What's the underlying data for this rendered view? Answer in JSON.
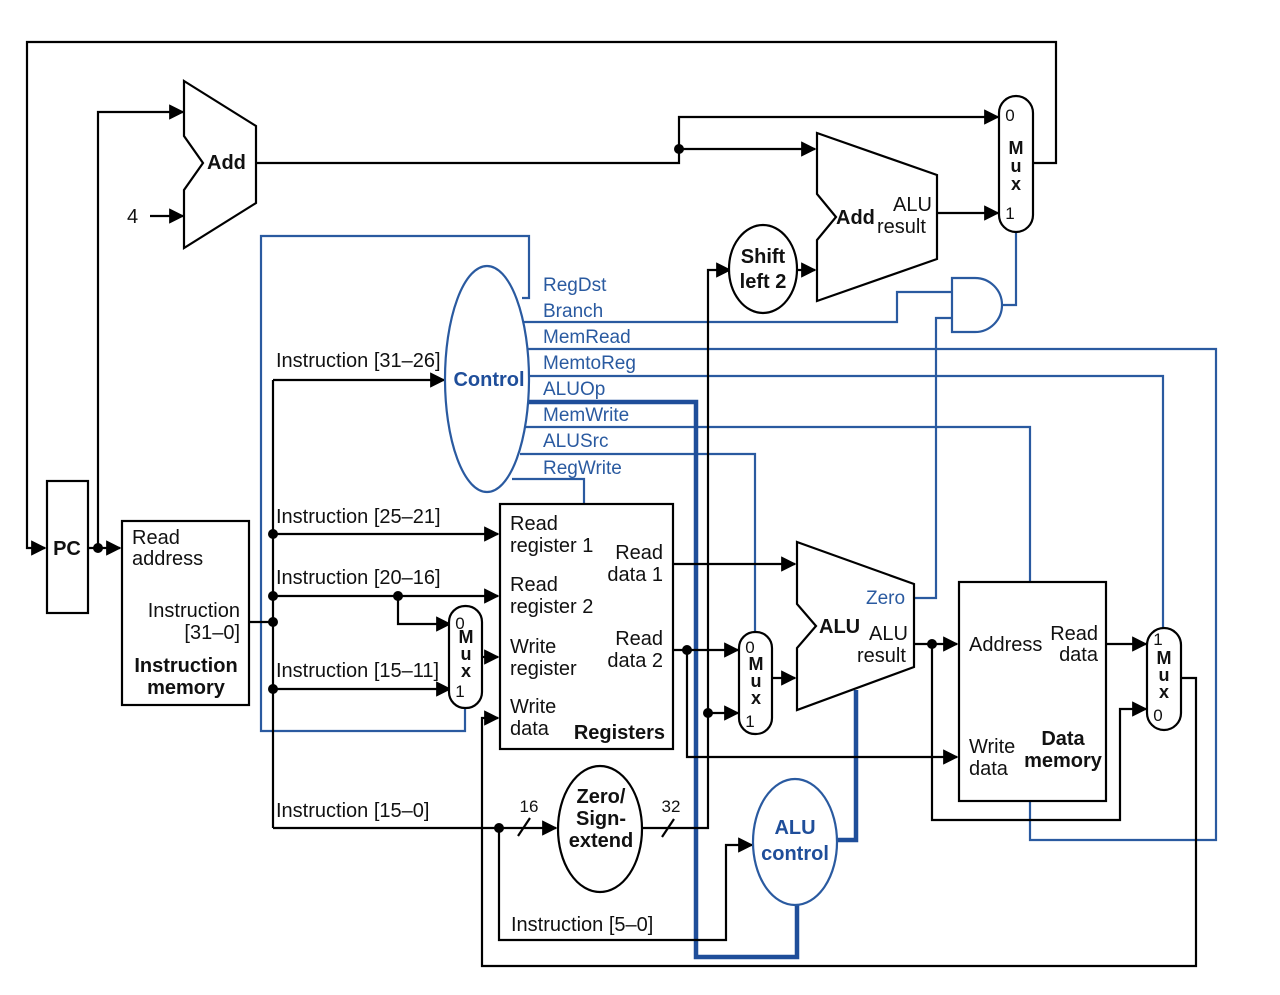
{
  "pc": {
    "label": "PC"
  },
  "pc_adder": {
    "label": "Add",
    "constant": "4"
  },
  "branch_adder": {
    "label": "Add",
    "result_line1": "ALU",
    "result_line2": "result"
  },
  "shift_left": {
    "line1": "Shift",
    "line2": "left 2"
  },
  "instruction_memory": {
    "read_address_line1": "Read",
    "read_address_line2": "address",
    "instruction_line1": "Instruction",
    "instruction_line2": "[31–0]",
    "title_line1": "Instruction",
    "title_line2": "memory"
  },
  "instruction_fields": {
    "opcode": "Instruction [31–26]",
    "rs": "Instruction [25–21]",
    "rt": "Instruction [20–16]",
    "rd": "Instruction [15–11]",
    "imm": "Instruction [15–0]",
    "funct": "Instruction [5–0]"
  },
  "control": {
    "label": "Control",
    "signals": [
      "RegDst",
      "Branch",
      "MemRead",
      "MemtoReg",
      "ALUOp",
      "MemWrite",
      "ALUSrc",
      "RegWrite"
    ]
  },
  "registers": {
    "read_reg1_line1": "Read",
    "read_reg1_line2": "register 1",
    "read_reg2_line1": "Read",
    "read_reg2_line2": "register 2",
    "write_reg_line1": "Write",
    "write_reg_line2": "register",
    "write_data_line1": "Write",
    "write_data_line2": "data",
    "read_data1_line1": "Read",
    "read_data1_line2": "data 1",
    "read_data2_line1": "Read",
    "read_data2_line2": "data 2",
    "title": "Registers"
  },
  "alu": {
    "label": "ALU",
    "zero": "Zero",
    "result_line1": "ALU",
    "result_line2": "result"
  },
  "alu_control": {
    "line1": "ALU",
    "line2": "control"
  },
  "sign_extend": {
    "line1": "Zero/",
    "line2": "Sign-",
    "line3": "extend",
    "in_width": "16",
    "out_width": "32"
  },
  "data_memory": {
    "address": "Address",
    "read_data_line1": "Read",
    "read_data_line2": "data",
    "write_data_line1": "Write",
    "write_data_line2": "data",
    "title_line1": "Data",
    "title_line2": "memory"
  },
  "mux": {
    "letters": [
      "M",
      "u",
      "x"
    ],
    "reg_dst": {
      "top": "0",
      "bottom": "1"
    },
    "alu_src": {
      "top": "0",
      "bottom": "1"
    },
    "mem_to_reg": {
      "top": "1",
      "bottom": "0"
    },
    "pc_src": {
      "top": "0",
      "bottom": "1"
    }
  }
}
